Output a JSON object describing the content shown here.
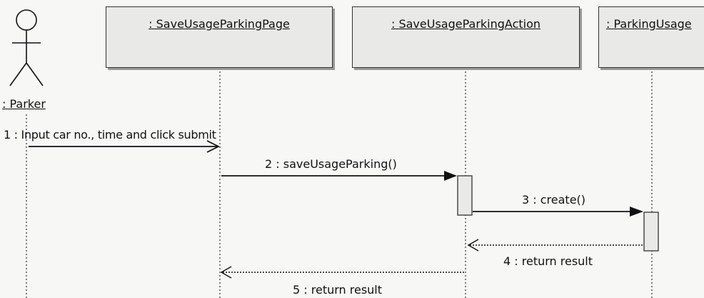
{
  "diagram": {
    "actor": {
      "name": ": Parker"
    },
    "lifelines": [
      {
        "name": ": SaveUsageParkingPage"
      },
      {
        "name": ": SaveUsageParkingAction"
      },
      {
        "name": ": ParkingUsage"
      }
    ],
    "messages": [
      {
        "label": "1 : Input car no., time and click submit",
        "kind": "sync-open"
      },
      {
        "label": "2 : saveUsageParking()",
        "kind": "call"
      },
      {
        "label": "3 : create()",
        "kind": "call"
      },
      {
        "label": "4 : return result",
        "kind": "return"
      },
      {
        "label": "5 : return result",
        "kind": "return"
      }
    ]
  }
}
